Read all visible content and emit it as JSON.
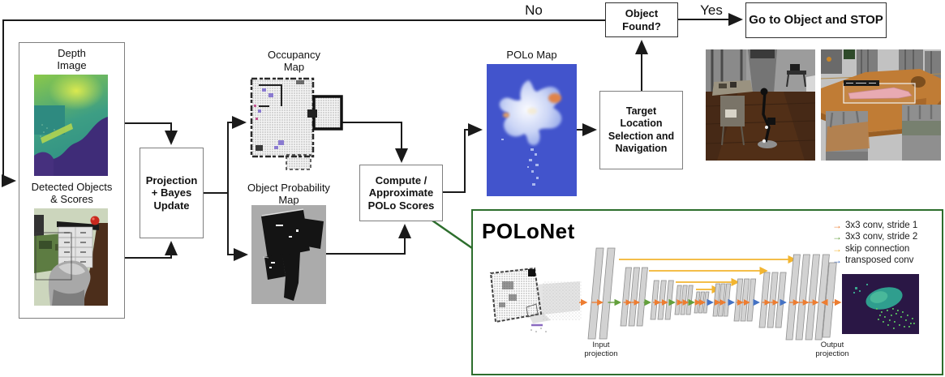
{
  "flow": {
    "no_label": "No",
    "yes_label": "Yes",
    "labels": {
      "depth": [
        "Depth",
        "Image"
      ],
      "detected": [
        "Detected Objects",
        "& Scores"
      ],
      "occupancy": [
        "Occupancy",
        "Map"
      ],
      "objprob": [
        "Object Probability",
        "Map"
      ],
      "polo_map": "POLo Map"
    },
    "boxes": {
      "projection": [
        "Projection",
        "+ Bayes",
        "Update"
      ],
      "compute": [
        "Compute /",
        "Approximate",
        "POLo Scores"
      ],
      "target": [
        "Target",
        "Location",
        "Selection and",
        "Navigation"
      ],
      "found": [
        "Object",
        "Found?"
      ],
      "goto": "Go to Object and STOP"
    }
  },
  "polonet": {
    "title": "POLoNet",
    "input_projection": [
      "Input",
      "projection"
    ],
    "output_projection": [
      "Output",
      "projection"
    ],
    "legend": [
      {
        "name": "conv-stride-1-arrow",
        "label": "3x3 conv, stride 1",
        "color": "#ED7D31"
      },
      {
        "name": "conv-stride-2-arrow",
        "label": "3x3 conv, stride 2",
        "color": "#63A03C"
      },
      {
        "name": "skip-connection-arrow",
        "label": "skip connection",
        "color": "#F2B530"
      },
      {
        "name": "transposed-conv-arrow",
        "label": "transposed conv",
        "color": "#4472C4"
      }
    ]
  },
  "colors": {
    "polonet_border": "#2d6e2d",
    "flow_arrow": "#1a1a1a",
    "polo_map_bg": "#4254cc"
  }
}
